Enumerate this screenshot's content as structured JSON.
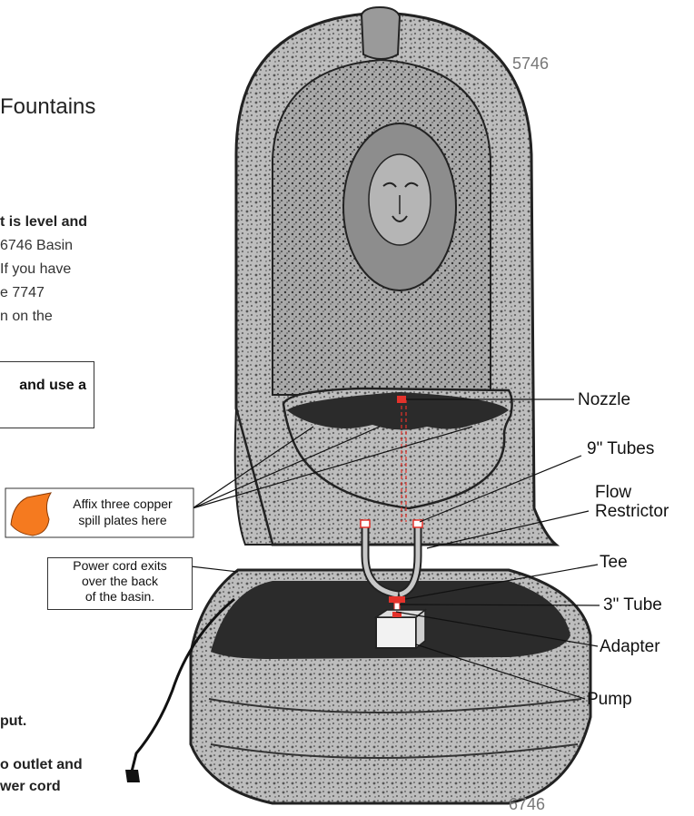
{
  "title_fragment": "Fountains",
  "model_numbers": {
    "top": "5746",
    "bottom": "6746"
  },
  "instruction_fragments": [
    "t is level and",
    "6746 Basin",
    "If you have",
    "e 7747",
    "n on the"
  ],
  "boxed_note_fragment": "and use a",
  "bottom_fragments": [
    "put.",
    "o outlet and",
    "wer cord"
  ],
  "callouts": {
    "spill_plates": [
      "Affix three copper",
      "spill plates here"
    ],
    "power_cord": [
      "Power cord exits",
      "over the back",
      "of the basin."
    ],
    "nozzle": "Nozzle",
    "tubes_9": "9\" Tubes",
    "flow_restrictor": [
      "Flow",
      "Restrictor"
    ],
    "tee": "Tee",
    "tube_3": "3\" Tube",
    "adapter": "Adapter",
    "pump": "Pump"
  },
  "colors": {
    "spill_plate_icon": "#f57a1f",
    "fitting_highlight": "#e4322b",
    "stone_fill": "#b9b9b9",
    "stone_dark": "#2b2b2b",
    "tube": "#c8c8c8"
  }
}
